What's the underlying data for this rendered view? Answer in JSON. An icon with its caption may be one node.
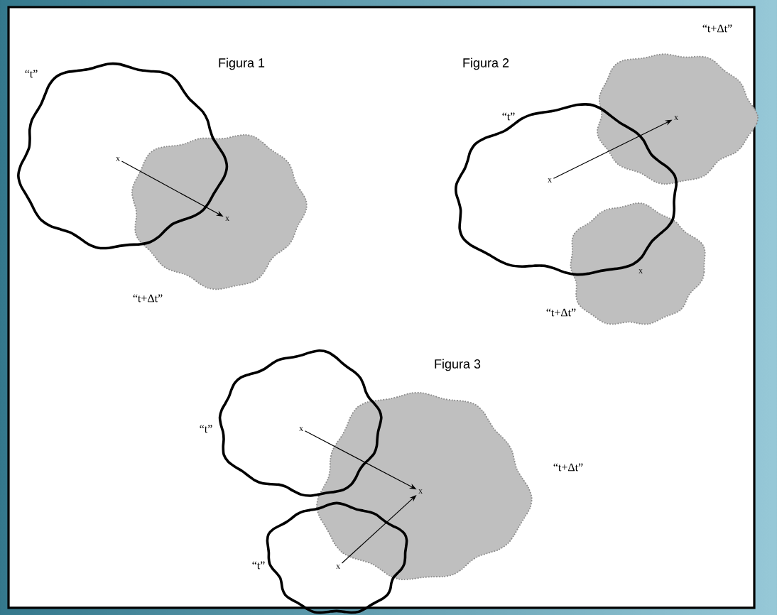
{
  "diagram": {
    "nodes": [
      {
        "text": [],
        "shape": "cloud",
        "beside": [
          "“t”"
        ]
      },
      {
        "text": [],
        "shape": "cloud",
        "beside": [
          "“t+Δt”"
        ]
      },
      {
        "text": [
          "x"
        ],
        "in": 0
      },
      {
        "text": [
          "x"
        ],
        "in": 1
      },
      {
        "text": [],
        "shape": "cloud",
        "beside": [
          "“t”"
        ]
      },
      {
        "text": [],
        "shape": "cloud",
        "beside": [
          "“t+Δt”"
        ]
      },
      {
        "text": [],
        "shape": "cloud",
        "beside": [
          "“t+Δt”"
        ]
      },
      {
        "text": [
          "x"
        ],
        "in": 4
      },
      {
        "text": [
          "x"
        ],
        "in": 5
      },
      {
        "text": [
          "x"
        ],
        "in": 6
      },
      {
        "text": [],
        "shape": "cloud",
        "beside": [
          "“t”"
        ]
      },
      {
        "text": [],
        "shape": "cloud",
        "beside": [
          "“t+Δt”"
        ]
      },
      {
        "text": [],
        "shape": "cloud",
        "beside": [
          "“t”"
        ]
      },
      {
        "text": [
          "x"
        ],
        "in": 10
      },
      {
        "text": [
          "x"
        ],
        "in": 11
      },
      {
        "text": [
          "x"
        ],
        "in": 12
      }
    ],
    "edges": [
      {
        "from": 2,
        "to": 3,
        "arrow": "to"
      },
      {
        "from": 7,
        "to": 8,
        "arrow": "to"
      },
      {
        "from": 13,
        "to": 14,
        "arrow": "to"
      },
      {
        "from": 15,
        "to": 14,
        "arrow": "to"
      }
    ],
    "labels": [
      "Figura 1",
      "Figura 2",
      "Figura 3"
    ]
  }
}
